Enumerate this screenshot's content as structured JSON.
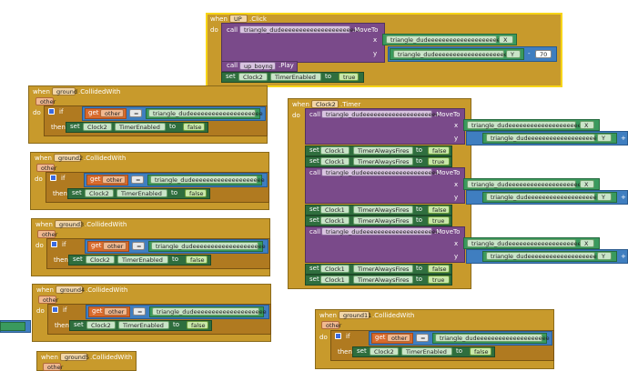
{
  "blocks": {
    "when_up": {
      "when": "when",
      "component": "UP",
      "event": ".Click",
      "do": "do",
      "call": "call",
      "obj": "triangle_dudeeeeeeeeeeeeeeeeeeeeee",
      "method": ".MoveTo",
      "x_label": "x",
      "y_label": "y",
      "x_obj": "triangle_dudeeeeeeeeeeeeeeeeeeeee",
      "x_prop": "X",
      "y_obj": "triangle_dudeeeeeeeeeeeeeeeeeeeee",
      "y_prop": "Y",
      "minus": "-",
      "num": "70",
      "call2": "call",
      "sound": "up_boyng",
      "play": ".Play",
      "set": "set",
      "clock": "Clock2",
      "prop": "TimerEnabled",
      "to": "to",
      "val": "true"
    },
    "ground1": {
      "when": "when",
      "component": "ground",
      "event": ".CollidedWith",
      "param": "other",
      "do": "do",
      "if": "if",
      "then": "then",
      "get": "get",
      "var": "other",
      "op": "=",
      "obj": "triangle_dudeeeeeeeeeeeeeeeeeeee",
      "set": "set",
      "clock": "Clock2",
      "prop": "TimerEnabled",
      "to": "to",
      "val": "false"
    },
    "ground2": {
      "when": "when",
      "component": "ground2",
      "event": ".CollidedWith",
      "param": "other",
      "do": "do",
      "if": "if",
      "then": "then",
      "get": "get",
      "var": "other",
      "op": "=",
      "obj": "triangle_dudeeeeeeeeeeeeeeeeeeee",
      "set": "set",
      "clock": "Clock2",
      "prop": "TimerEnabled",
      "to": "to",
      "val": "false"
    },
    "ground3": {
      "when": "when",
      "component": "ground3",
      "event": ".CollidedWith",
      "param": "other",
      "do": "do",
      "if": "if",
      "then": "then",
      "get": "get",
      "var": "other",
      "op": "=",
      "obj": "triangle_dudeeeeeeeeeeeeeeeeeeee",
      "set": "set",
      "clock": "Clock2",
      "prop": "TimerEnabled",
      "to": "to",
      "val": "false"
    },
    "ground4": {
      "when": "when",
      "component": "ground4",
      "event": ".CollidedWith",
      "param": "other",
      "do": "do",
      "if": "if",
      "then": "then",
      "get": "get",
      "var": "other",
      "op": "=",
      "obj": "triangle_dudeeeeeeeeeeeeeeeeeeee",
      "set": "set",
      "clock": "Clock2",
      "prop": "TimerEnabled",
      "to": "to",
      "val": "false"
    },
    "ground5": {
      "when": "when",
      "component": "ground5",
      "event": ".CollidedWith",
      "param": "other"
    },
    "ground11": {
      "when": "when",
      "component": "ground11",
      "event": ".CollidedWith",
      "param": "other",
      "do": "do",
      "if": "if",
      "then": "then",
      "get": "get",
      "var": "other",
      "op": "=",
      "obj": "triangle_dudeeeeeeeeeeeeeeeeeeee",
      "set": "set",
      "clock": "Clock2",
      "prop": "TimerEnabled",
      "to": "to",
      "val": "false"
    },
    "clock2": {
      "when": "when",
      "component": "Clock2",
      "event": ".Timer",
      "do": "do",
      "call": "call",
      "obj": "triangle_dudeeeeeeeeeeeeeeeeeeeee",
      "method": ".MoveTo",
      "x_label": "x",
      "y_label": "y",
      "x_obj": "triangle_dudeeeeeeeeeeeeeeeeeeee",
      "x_prop": "X",
      "y_obj": "triangle_dudeeeeeeeeeeeeeeeeeeee",
      "y_prop": "Y",
      "plus": "+",
      "set": "set",
      "clock1": "Clock1",
      "fires": "TimerAlwaysFires",
      "to": "to",
      "false": "false",
      "true": "true"
    }
  }
}
